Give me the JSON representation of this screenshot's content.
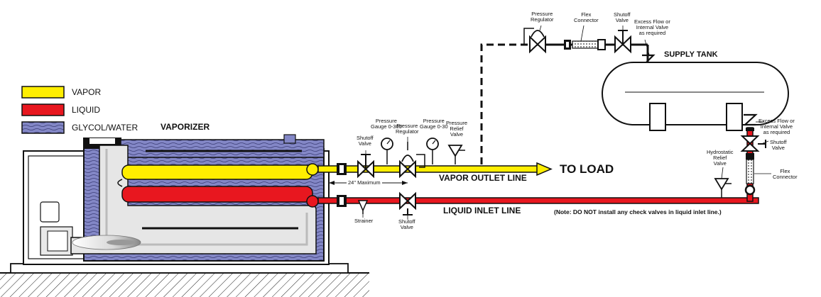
{
  "colors": {
    "vapor": "#ffee00",
    "liquid": "#e8171f",
    "glycol": "#7a7fbf",
    "outline": "#111111"
  },
  "legend": [
    {
      "key": "vapor",
      "label": "VAPOR"
    },
    {
      "key": "liquid",
      "label": "LIQUID"
    },
    {
      "key": "glycol",
      "label": "GLYCOL/WATER"
    }
  ],
  "titles": {
    "vaporizer": "VAPORIZER",
    "supply_tank": "SUPPLY TANK",
    "vapor_outlet_line": "VAPOR OUTLET LINE",
    "liquid_inlet_line": "LIQUID INLET LINE",
    "to_load": "TO LOAD",
    "note": "(Note: DO NOT install any check valves in liquid inlet line.)",
    "max_distance": "24\" Maximum"
  },
  "components": {
    "shutoff_valve_vapor": "Shutoff\nValve",
    "pressure_gauge_300": "Pressure\nGauge 0-300",
    "pressure_regulator_near": "Pressure\nRegulator",
    "pressure_gauge_30": "Pressure\nGauge 0-30",
    "pressure_relief_valve": "Pressure\nRelief\nValve",
    "strainer": "Strainer",
    "shutoff_valve_liquid": "Shutoff\nValve",
    "pressure_regulator_top": "Pressure\nRegulator",
    "flex_connector_top": "Flex\nConnector",
    "shutoff_valve_top": "Shutoff\nValve",
    "excess_flow_top": "Excess Flow or\nInternal Valve\nas required",
    "excess_flow_bottom": "Excess Flow or\nInternal Valve\nas required",
    "shutoff_valve_tank": "Shutoff\nValve",
    "hydrostatic_relief_valve": "Hydrostatic\nRelief\nValve",
    "flex_connector_tank": "Flex\nConnector"
  }
}
